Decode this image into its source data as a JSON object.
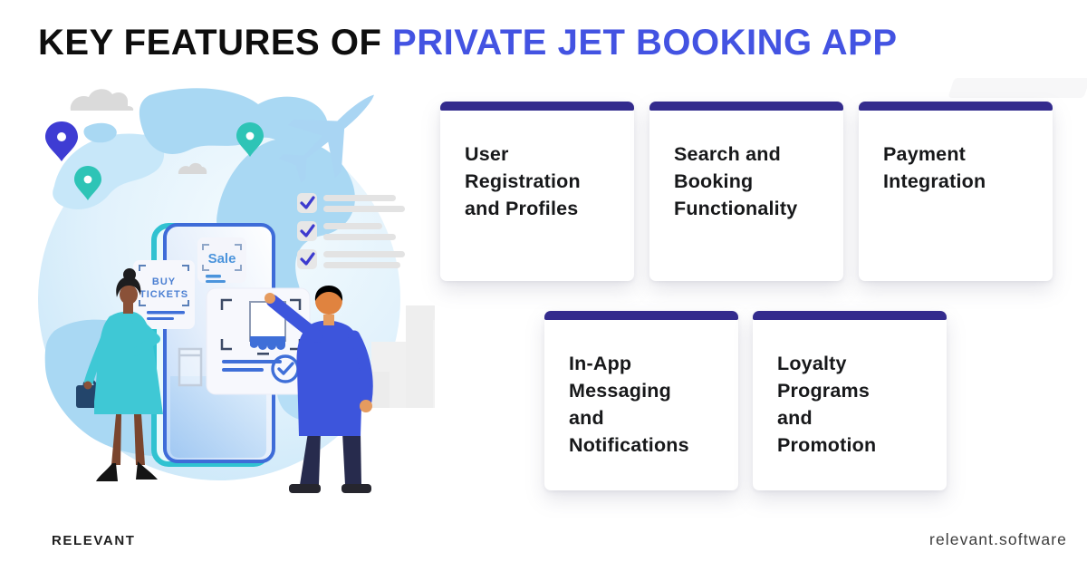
{
  "title": {
    "black": "KEY FEATURES OF",
    "blue": "PRIVATE JET BOOKING APP"
  },
  "cards": [
    {
      "label": "User\nRegistration\nand Profiles"
    },
    {
      "label": "Search and\nBooking\nFunctionality"
    },
    {
      "label": "Payment\nIntegration"
    },
    {
      "label": "In-App\nMessaging\nand\nNotifications"
    },
    {
      "label": "Loyalty\nPrograms\nand\nPromotion"
    }
  ],
  "illustration": {
    "sale_label": "Sale",
    "buy_tickets_line1": "BUY",
    "buy_tickets_line2": "TICKETS",
    "checklist_items": 3
  },
  "footer": {
    "logo": "RELEVANT",
    "site": "relevant.software"
  },
  "colors": {
    "title_blue": "#4353e2",
    "card_bar_indigo": "#332b8d",
    "card_text": "#17181a",
    "teal": "#35c5d2",
    "royal_blue": "#3d55dc",
    "link_blue": "#3f6fd8",
    "globe_blue": "#a9d6f3",
    "check_indigo": "#3d3bcf"
  }
}
